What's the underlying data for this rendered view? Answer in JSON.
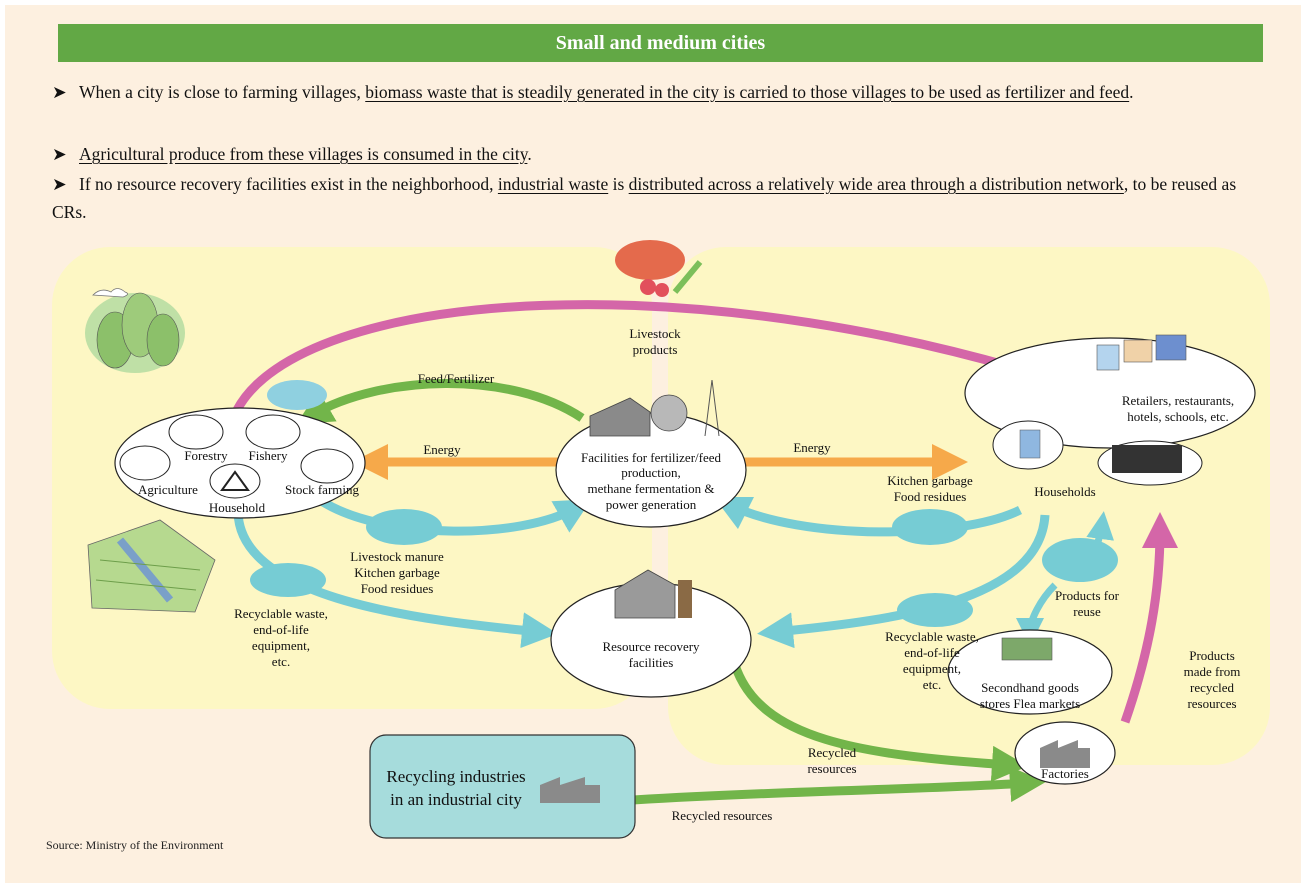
{
  "title": "Small and medium cities",
  "bullets": [
    {
      "plain1": "When a city is close to farming villages, ",
      "underline": "biomass waste that is steadily generated in the city is carried to those villages to be used as fertilizer and feed",
      "plain2": "."
    },
    {
      "underline": "Agricultural produce from these villages is consumed in the city",
      "plain": "."
    },
    {
      "plain1": "If no resource recovery facilities exist in the neighborhood, ",
      "underline1": "industrial waste",
      "plain2": " is ",
      "underline2": "distributed across a relatively wide area through a distribution network",
      "plain3": ", to be reused as CRs."
    }
  ],
  "diagram": {
    "livestock_products": [
      "Livestock",
      "products"
    ],
    "feed_fertilizer": "Feed/Fertilizer",
    "energy_left": "Energy",
    "energy_right": "Energy",
    "village": {
      "forestry": "Forestry",
      "fishery": "Fishery",
      "agriculture": "Agriculture",
      "stock_farming": "Stock farming",
      "household": "Household"
    },
    "facility": [
      "Facilities for fertilizer/feed",
      "production,",
      "methane fermentation &",
      "power generation"
    ],
    "livestock_manure": [
      "Livestock manure",
      "Kitchen garbage",
      "Food residues"
    ],
    "kitchen_garbage": [
      "Kitchen garbage",
      "Food residues"
    ],
    "recyclable_left": [
      "Recyclable waste,",
      "end-of-life",
      "equipment,",
      "etc."
    ],
    "recyclable_right": [
      "Recyclable waste,",
      "end-of-life",
      "equipment,",
      "etc."
    ],
    "resource_recovery": [
      "Resource recovery",
      "facilities"
    ],
    "retailers": [
      "Retailers, restaurants,",
      "hotels, schools, etc."
    ],
    "households": "Households",
    "products_reuse": [
      "Products for",
      "reuse"
    ],
    "secondhand": [
      "Secondhand goods",
      "stores Flea markets"
    ],
    "products_recycled": [
      "Products",
      "made from",
      "recycled",
      "resources"
    ],
    "recycled_resources_1": [
      "Recycled",
      "resources"
    ],
    "recycled_resources_2": "Recycled resources",
    "factories": "Factories",
    "recycling_industries": [
      "Recycling industries",
      "in an industrial city"
    ]
  },
  "source": "Source: Ministry of the Environment",
  "colors": {
    "title_green": "#62a845",
    "page_bg": "#fdf0e0",
    "region_yellow": "#fdf7c4",
    "arrow_magenta": "#d466a8",
    "arrow_green": "#72b54a",
    "arrow_orange": "#f6a94a",
    "arrow_teal": "#76ccd4",
    "industry_box": "#a6dcdc"
  }
}
